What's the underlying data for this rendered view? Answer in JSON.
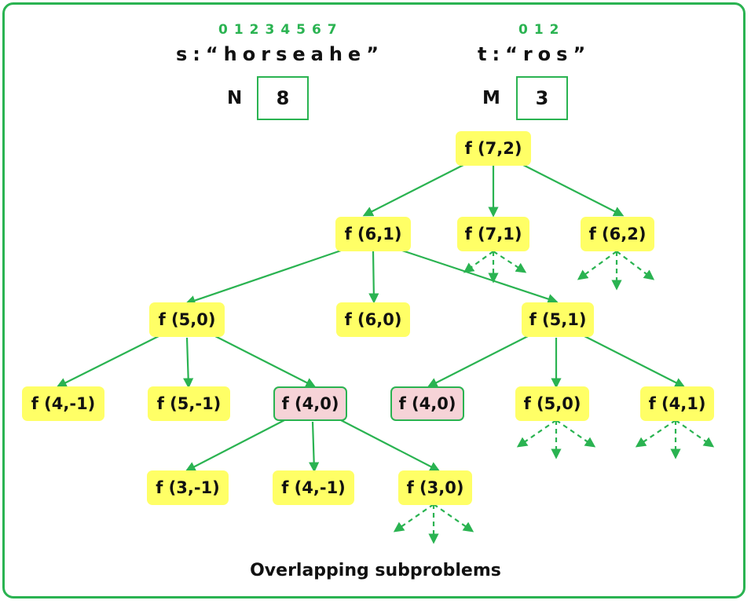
{
  "header": {
    "s_indices": "01234567",
    "s_string": "s:“horseahe”",
    "t_indices": "012",
    "t_string": "t:“ros”",
    "n_label": "N",
    "n_value": "8",
    "m_label": "M",
    "m_value": "3"
  },
  "tree": {
    "nodes": {
      "n72": "f (7,2)",
      "n61": "f (6,1)",
      "n71": "f (7,1)",
      "n62": "f (6,2)",
      "n50": "f (5,0)",
      "n60": "f (6,0)",
      "n51": "f (5,1)",
      "n4m1a": "f (4,-1)",
      "n5m1": "f (5,-1)",
      "n40a": "f (4,0)",
      "n40b": "f (4,0)",
      "n50b": "f (5,0)",
      "n41": "f (4,1)",
      "n3m1": "f (3,-1)",
      "n4m1b": "f (4,-1)",
      "n30": "f (3,0)"
    },
    "highlighted_nodes": [
      "n40a",
      "n40b"
    ]
  },
  "caption": "Overlapping subproblems",
  "colors": {
    "accent": "#2ab351",
    "node_fill": "#ffff66",
    "overlap_fill": "#f6d3d7"
  }
}
